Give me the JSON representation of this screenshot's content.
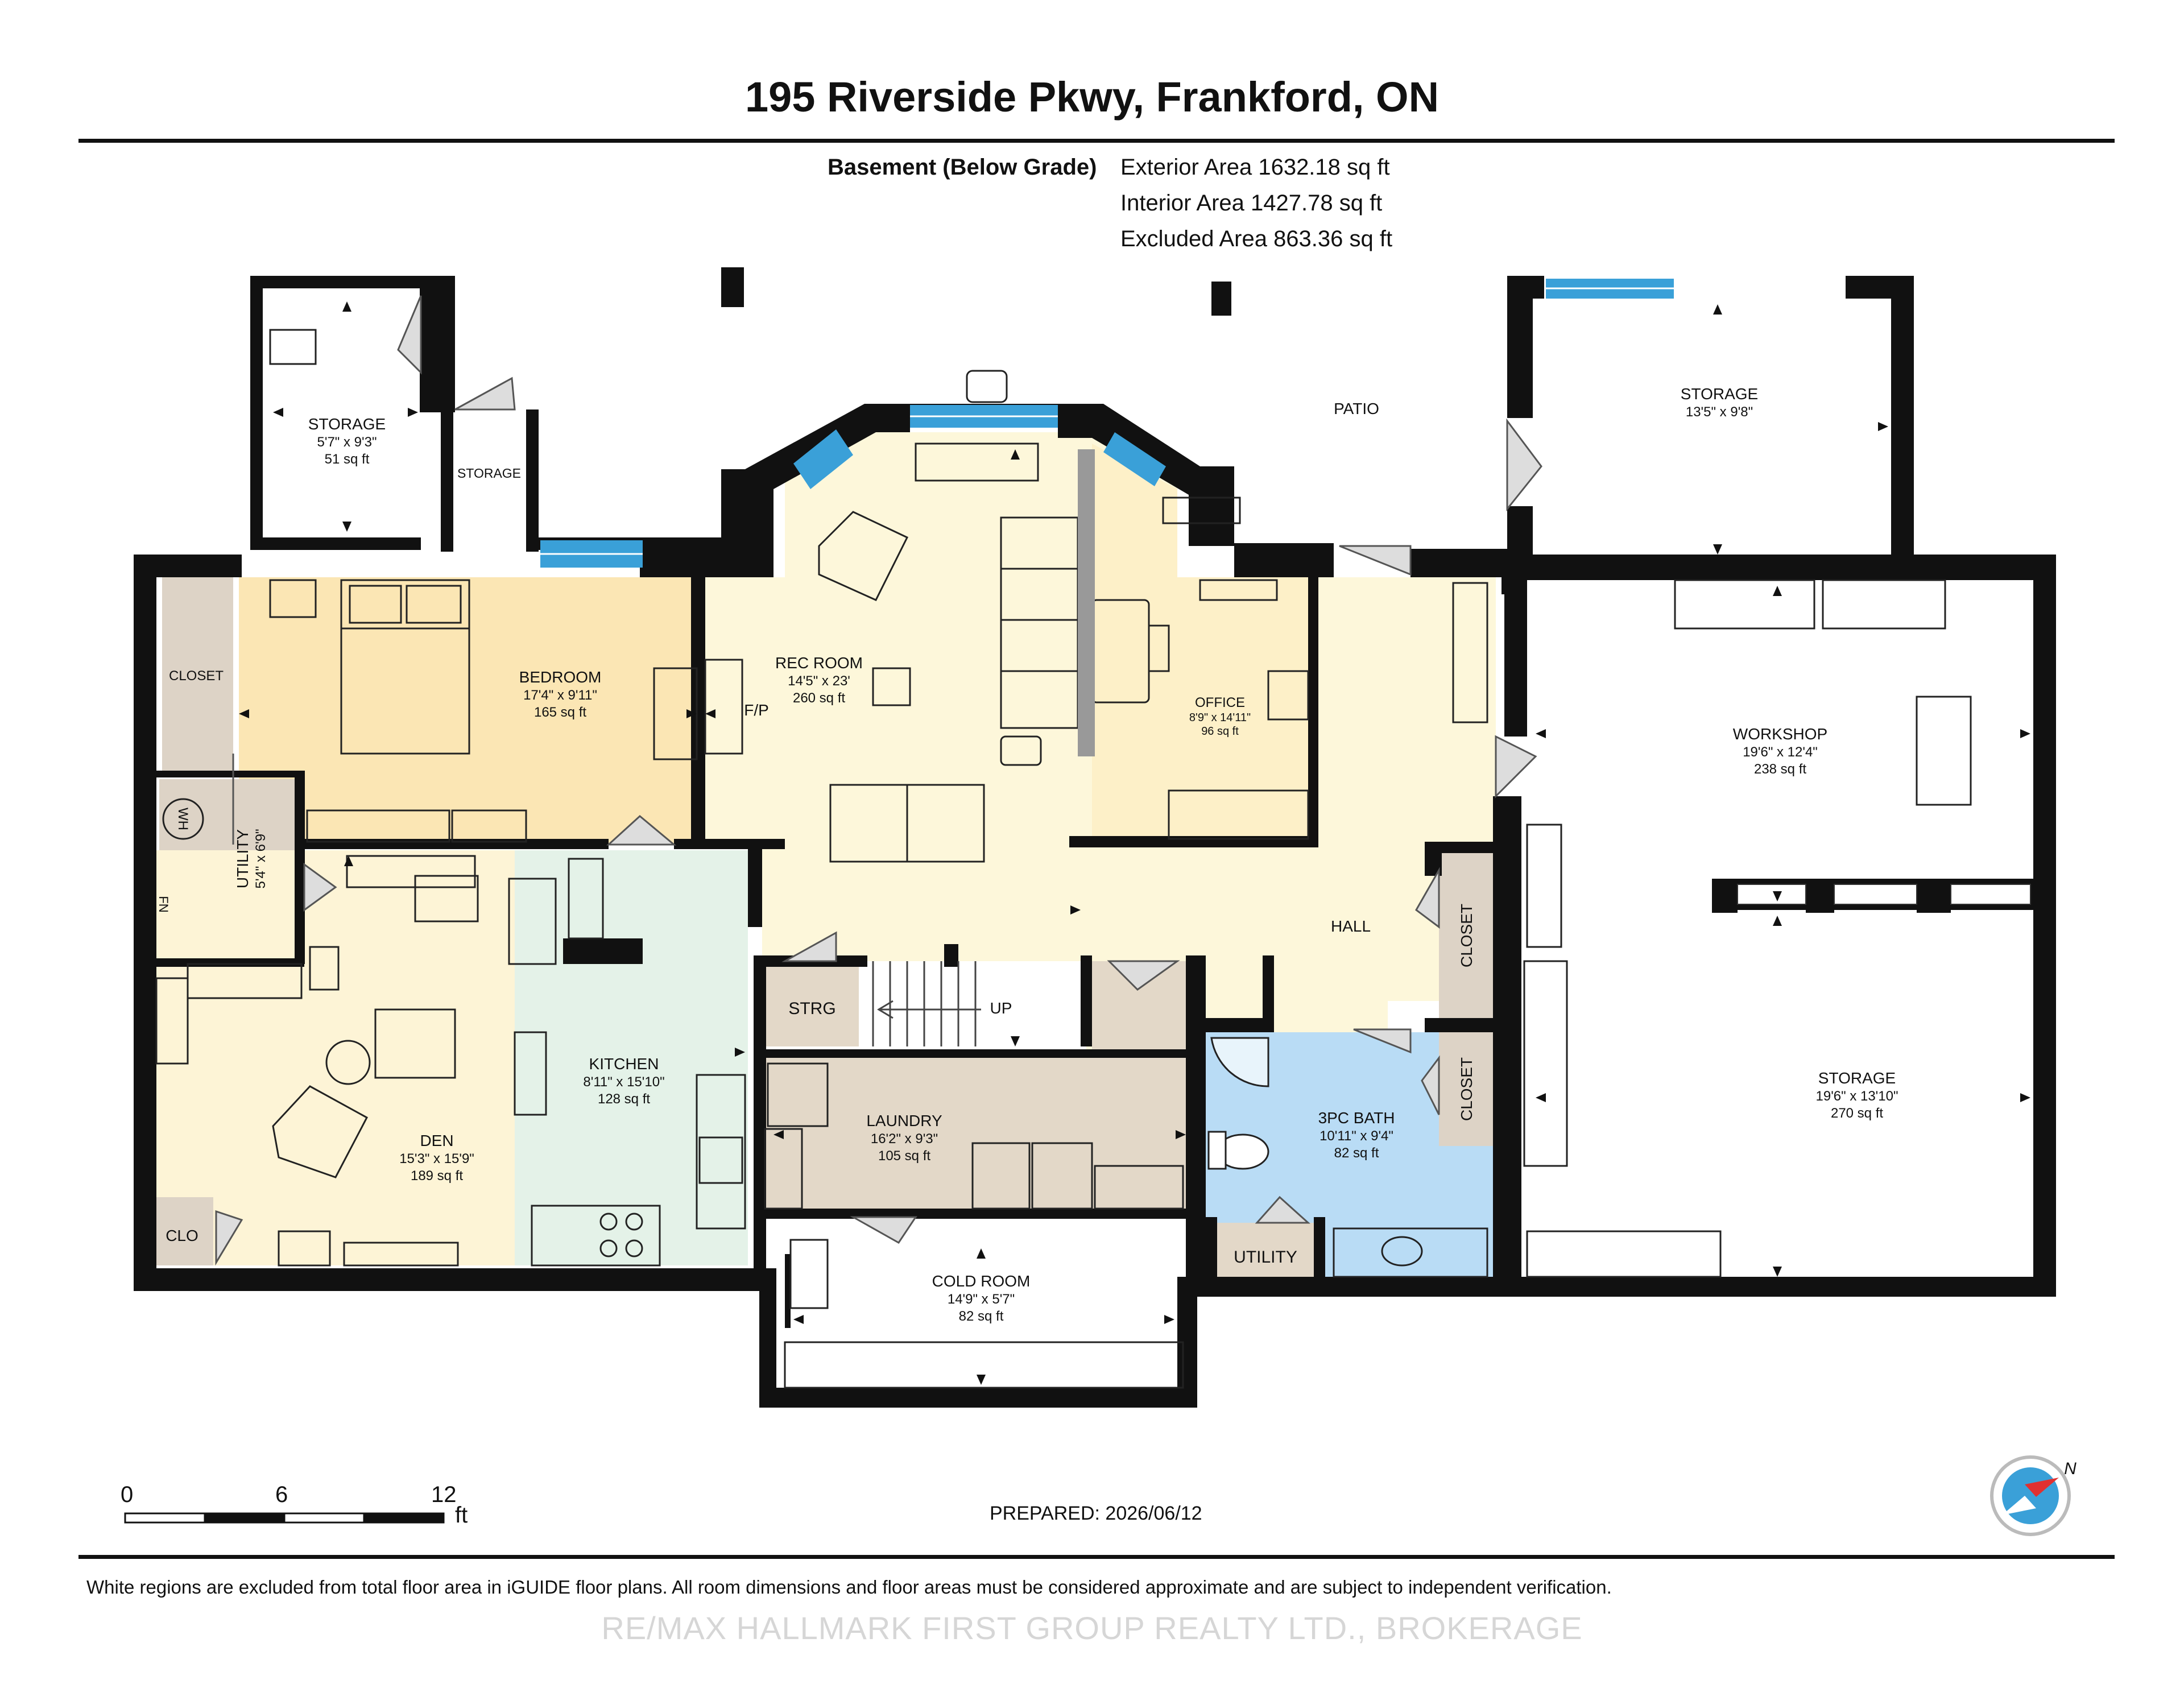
{
  "header": {
    "title": "195 Riverside Pkwy, Frankford, ON",
    "level": "Basement (Below Grade)",
    "areas": {
      "exterior": "Exterior Area 1632.18 sq ft",
      "interior": "Interior Area 1427.78 sq ft",
      "excluded": "Excluded Area 863.36 sq ft"
    }
  },
  "rooms": {
    "storage_nw": {
      "name": "STORAGE",
      "dims": "5'7\" x 9'3\"",
      "area": "51 sq ft"
    },
    "storage_small": {
      "name": "STORAGE"
    },
    "patio": {
      "name": "PATIO"
    },
    "storage_ne": {
      "name": "STORAGE",
      "dims": "13'5\" x 9'8\""
    },
    "bedroom": {
      "name": "BEDROOM",
      "dims": "17'4\" x 9'11\"",
      "area": "165 sq ft"
    },
    "closet_bed": {
      "name": "CLOSET"
    },
    "rec_room": {
      "name": "REC ROOM",
      "dims": "14'5\" x 23'",
      "area": "260 sq ft"
    },
    "fireplace": {
      "name": "F/P"
    },
    "office": {
      "name": "OFFICE",
      "dims": "8'9\" x 14'11\"",
      "area": "96 sq ft"
    },
    "workshop": {
      "name": "WORKSHOP",
      "dims": "19'6\" x 12'4\"",
      "area": "238 sq ft"
    },
    "utility_west": {
      "name": "UTILITY",
      "dims": "5'4\" x 6'9\""
    },
    "wh": {
      "name": "WH"
    },
    "fn": {
      "name": "FN"
    },
    "hall": {
      "name": "HALL"
    },
    "closet_hall": {
      "name": "CLOSET"
    },
    "closet_bath": {
      "name": "CLOSET"
    },
    "strg": {
      "name": "STRG"
    },
    "stairs": {
      "name": "UP"
    },
    "kitchen": {
      "name": "KITCHEN",
      "dims": "8'11\" x 15'10\"",
      "area": "128 sq ft"
    },
    "den": {
      "name": "DEN",
      "dims": "15'3\" x 15'9\"",
      "area": "189 sq ft"
    },
    "clo": {
      "name": "CLO"
    },
    "laundry": {
      "name": "LAUNDRY",
      "dims": "16'2\" x 9'3\"",
      "area": "105 sq ft"
    },
    "bath": {
      "name": "3PC BATH",
      "dims": "10'11\" x 9'4\"",
      "area": "82 sq ft"
    },
    "utility_bath": {
      "name": "UTILITY"
    },
    "storage_se": {
      "name": "STORAGE",
      "dims": "19'6\" x 13'10\"",
      "area": "270 sq ft"
    },
    "cold_room": {
      "name": "COLD ROOM",
      "dims": "14'9\" x 5'7\"",
      "area": "82 sq ft"
    }
  },
  "scale": {
    "ticks": [
      "0",
      "6",
      "12"
    ],
    "unit": "ft"
  },
  "compass": {
    "label": "N"
  },
  "footer": {
    "prepared": "PREPARED: 2026/06/12",
    "disclaimer": "White regions are excluded from total floor area in iGUIDE floor plans. All room dimensions and floor areas must be considered approximate and are subject to independent verification.",
    "watermark": "RE/MAX HALLMARK FIRST GROUP REALTY LTD., BROKERAGE"
  },
  "colors": {
    "wall": "#111111",
    "window": "#3aa0d8",
    "bedroom": "#fbe6b4",
    "den": "#fdf4d6",
    "rec": "#fdf7da",
    "office": "#fdf0c8",
    "kitchen": "#e4f2e8",
    "laundry": "#e3d8c8",
    "bath": "#b9dcf5",
    "closet": "#ddd3c6"
  }
}
